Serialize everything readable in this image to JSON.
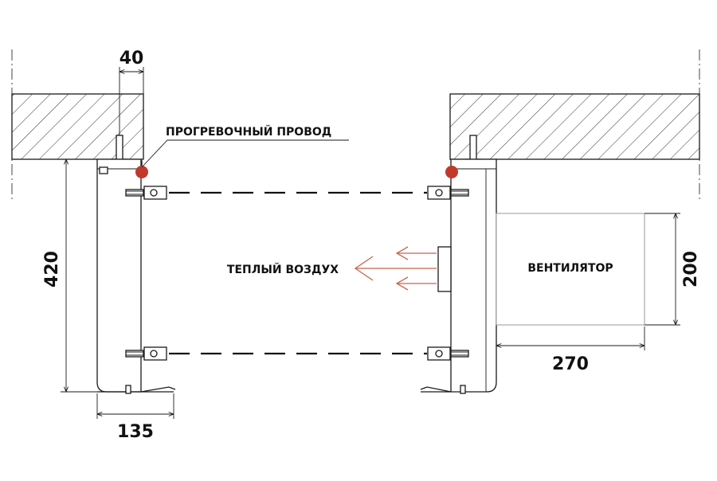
{
  "labels": {
    "heating_wire": "ПРОГРЕВОЧНЫЙ ПРОВОД",
    "warm_air": "ТЕПЛЫЙ ВОЗДУХ",
    "fan": "ВЕНТИЛЯТОР"
  },
  "dimensions": {
    "top_gap": "40",
    "height": "420",
    "width": "135",
    "fan_length": "270",
    "fan_height": "200"
  },
  "colors": {
    "heating_wire_dot": "#c0392b",
    "airflow_arrow": "#c8644a"
  }
}
